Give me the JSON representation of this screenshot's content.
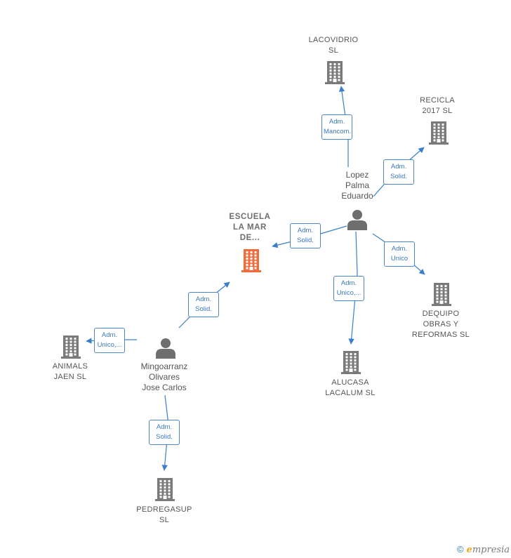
{
  "colors": {
    "building": "#7a7a7a",
    "main_building": "#f26b3a",
    "person": "#6e6e6e",
    "edge": "#3a7fcc"
  },
  "companies": [
    {
      "id": "lacovidrio",
      "label": "LACOVIDRIO\nSL",
      "icon": "building-icon"
    },
    {
      "id": "recicla",
      "label": "RECICLA\n2017  SL",
      "icon": "building-icon"
    },
    {
      "id": "escuela",
      "label": "ESCUELA\nLA MAR\nDE...",
      "icon": "building-icon",
      "main": true
    },
    {
      "id": "dequipo",
      "label": "DEQUIPO\nOBRAS Y\nREFORMAS  SL",
      "icon": "building-icon"
    },
    {
      "id": "alucasa",
      "label": "ALUCASA\nLACALUM  SL",
      "icon": "building-icon"
    },
    {
      "id": "animals",
      "label": "ANIMALS\nJAEN SL",
      "icon": "building-icon"
    },
    {
      "id": "pedregasup",
      "label": "PEDREGASUP\nSL",
      "icon": "building-icon"
    }
  ],
  "persons": [
    {
      "id": "lopez",
      "label": "Lopez\nPalma\nEduardo",
      "icon": "person-icon"
    },
    {
      "id": "mingo",
      "label": "Mingoarranz\nOlivares\nJose Carlos",
      "icon": "person-icon"
    }
  ],
  "relations": [
    {
      "from": "lopez",
      "to": "lacovidrio",
      "label": "Adm.\nMancom."
    },
    {
      "from": "lopez",
      "to": "recicla",
      "label": "Adm.\nSolid."
    },
    {
      "from": "lopez",
      "to": "escuela",
      "label": "Adm.\nSolid."
    },
    {
      "from": "lopez",
      "to": "dequipo",
      "label": "Adm.\nUnico"
    },
    {
      "from": "lopez",
      "to": "alucasa",
      "label": "Adm.\nUnico,..."
    },
    {
      "from": "mingo",
      "to": "escuela",
      "label": "Adm.\nSolid."
    },
    {
      "from": "mingo",
      "to": "animals",
      "label": "Adm.\nUnico,..."
    },
    {
      "from": "mingo",
      "to": "pedregasup",
      "label": "Adm.\nSolid."
    }
  ],
  "footer": {
    "copyright": "©",
    "brand_first": "e",
    "brand_rest": "mpresia"
  }
}
